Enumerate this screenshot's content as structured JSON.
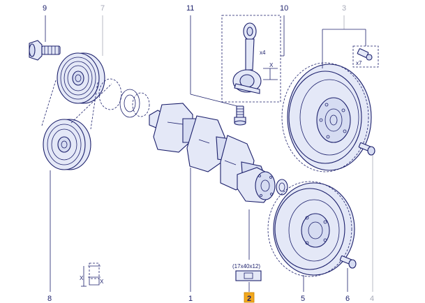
{
  "callouts": {
    "c9": "9",
    "c7": "7",
    "c11": "11",
    "c10": "10",
    "c3": "3",
    "c8": "8",
    "c1": "1",
    "c2": "2",
    "c5": "5",
    "c6": "6",
    "c4": "4"
  },
  "annotations": {
    "rod_qty": "x4",
    "rod_x": "X",
    "bolt_qty": "x7",
    "bearing_size": "(17x40x12)",
    "bolt_x1": "X",
    "bolt_x2": "X"
  },
  "colors": {
    "ink": "#1b1f6b",
    "grey_callout": "#a7aab8",
    "highlight": "#f2a81d",
    "part_fill": "#e4e8f7"
  }
}
